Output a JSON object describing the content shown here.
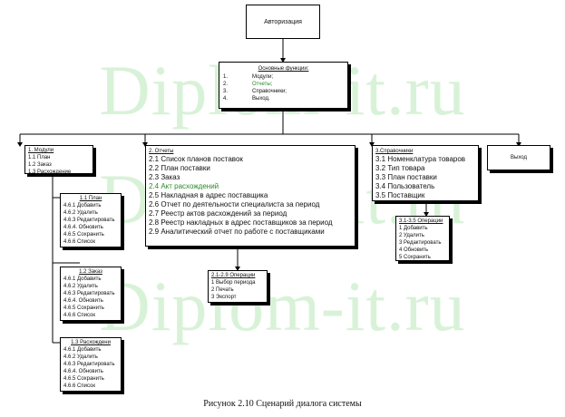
{
  "watermark": "Diplom-it.ru",
  "auth": {
    "title": "Авторизация"
  },
  "main": {
    "title": "Основные функции:",
    "items": [
      {
        "n": "1.",
        "label": "Модули;"
      },
      {
        "n": "2.",
        "label": "Отчеты;"
      },
      {
        "n": "3.",
        "label": "Справочники;"
      },
      {
        "n": "4.",
        "label": "Выход."
      }
    ]
  },
  "modules": {
    "title": "1. Модули",
    "items": [
      "1.1 План",
      "1.2 Заказ",
      "1.3 Расхождение"
    ]
  },
  "reports": {
    "title": "2. Отчеты",
    "items": [
      "2.1 Список планов поставок",
      "2.2 План поставки",
      "2.3 Заказ",
      "2.4 Акт расхождений",
      "2.5 Накладная в адрес поставщика",
      "2.6 Отчет   по деятельности  специалиста за период",
      "2.7 Реестр актов расхождений за период",
      "2.8 Реестр накладных в адрес поставщиков за период",
      "2.9 Аналитический  отчет по работе с поставщиками"
    ]
  },
  "refs": {
    "title": "3.Справочники",
    "items": [
      "3.1 Номенклатура товаров",
      "3.2 Тип товара",
      "3.3 План поставки",
      "3.4 Пользователь",
      "3.5 Поставщик"
    ]
  },
  "exit": {
    "title": "Выход"
  },
  "plan": {
    "title": "1.1 План",
    "items": [
      "4.6.1 Добавить",
      "4.6.2 Удалить",
      "4.6.3 Редактировать",
      "4.6.4. Обновить",
      "4.6.5 Сохранить",
      "4.6.6 Список"
    ]
  },
  "order": {
    "title": "1.2 Заказ",
    "items": [
      "4.6.1 Добавить",
      "4.6.2 Удалить",
      "4.6.3 Редактировать",
      "4.6.4. Обновить",
      "4.6.5 Сохранить",
      "4.6.6 Список"
    ]
  },
  "discrep": {
    "title": "1.3 Расхождени",
    "items": [
      "4.6.1 Добавить",
      "4.6.2 Удалить",
      "4.6.3 Редактировать",
      "4.6.4. Обновить",
      "4.6.5 Сохранить",
      "4.6.6 Список"
    ]
  },
  "reportOps": {
    "title": "2.1-2.9 Операции",
    "items": [
      "1 Выбор периода",
      "2 Печать",
      "3 Экспорт"
    ]
  },
  "refOps": {
    "title": "3.1-3.5 Операции",
    "items": [
      "1 Добавить",
      "2 Удалить",
      "3 Редактировать",
      "4 Обновить",
      "5 Сохранить"
    ]
  },
  "caption": "Рисунок 2.10 Сценарий диалога системы"
}
